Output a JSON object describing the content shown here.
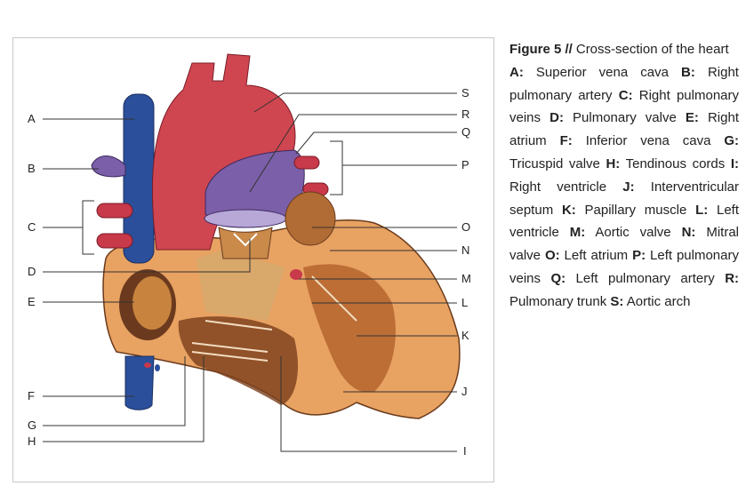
{
  "figure": {
    "labels_left": [
      "A",
      "B",
      "C",
      "D",
      "E",
      "F",
      "G",
      "H"
    ],
    "labels_right": [
      "S",
      "R",
      "Q",
      "P",
      "O",
      "N",
      "M",
      "L",
      "K",
      "J",
      "I"
    ]
  },
  "caption": {
    "figure_label": "Figure 5 //",
    "title": "Cross-section of the heart",
    "items": [
      {
        "key": "A:",
        "text": "Superior vena cava"
      },
      {
        "key": "B:",
        "text": "Right pulmonary artery"
      },
      {
        "key": "C:",
        "text": "Right pulmonary veins"
      },
      {
        "key": "D:",
        "text": "Pulmonary valve"
      },
      {
        "key": "E:",
        "text": "Right atrium"
      },
      {
        "key": "F:",
        "text": "Inferior vena cava"
      },
      {
        "key": "G:",
        "text": "Tricuspid valve"
      },
      {
        "key": "H:",
        "text": "Tendinous cords"
      },
      {
        "key": "I:",
        "text": "Right ventricle"
      },
      {
        "key": "J:",
        "text": "Interventricular septum"
      },
      {
        "key": "K:",
        "text": "Papillary muscle"
      },
      {
        "key": "L:",
        "text": "Left ventricle"
      },
      {
        "key": "M:",
        "text": "Aortic valve"
      },
      {
        "key": "N:",
        "text": "Mitral valve"
      },
      {
        "key": "O:",
        "text": "Left atrium"
      },
      {
        "key": "P:",
        "text": "Left pulmonary veins"
      },
      {
        "key": "Q:",
        "text": "Left pulmonary artery"
      },
      {
        "key": "R:",
        "text": "Pulmonary trunk"
      },
      {
        "key": "S:",
        "text": "Aortic arch"
      }
    ]
  }
}
